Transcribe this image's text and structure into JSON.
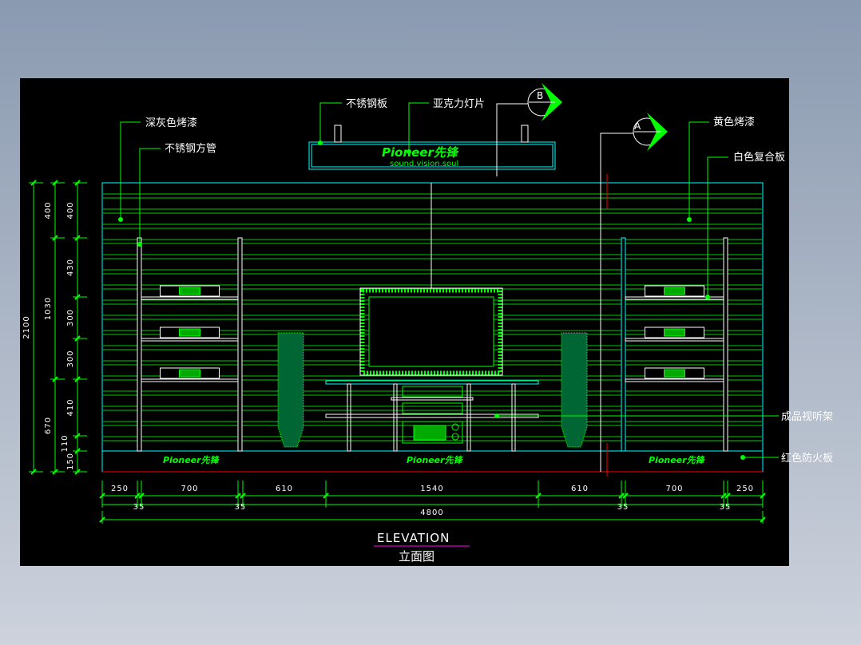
{
  "labels": {
    "dark_gray_lacquer": "深灰色烤漆",
    "stainless_square_tube": "不锈钢方管",
    "stainless_plate": "不锈钢板",
    "acrylic_light": "亚克力灯片",
    "yellow_lacquer": "黄色烤漆",
    "white_composite_board": "白色复合板",
    "av_cabinet": "成品视听架",
    "red_fireproof_board": "红色防火板"
  },
  "section_markers": {
    "b": "B",
    "a": "A"
  },
  "sign": {
    "brand": "Pioneer先锋",
    "slogan": "sound.vision.soul"
  },
  "vertical_dims": {
    "outer": "2100",
    "middle": [
      "400",
      "1030",
      "670"
    ],
    "inner": [
      "400",
      "430",
      "300",
      "300",
      "410",
      "110",
      "150"
    ]
  },
  "horizontal_dims": {
    "row1": [
      "250",
      "700",
      "610",
      "1540",
      "610",
      "700",
      "250"
    ],
    "row2": [
      "35",
      "35",
      "35",
      "35"
    ],
    "total": "4800"
  },
  "title": {
    "en": "ELEVATION",
    "cn": "立面图"
  },
  "colors": {
    "green": "#00ff00",
    "cyan": "#00ffff",
    "red": "#ff0000",
    "magenta": "#ff00ff"
  }
}
